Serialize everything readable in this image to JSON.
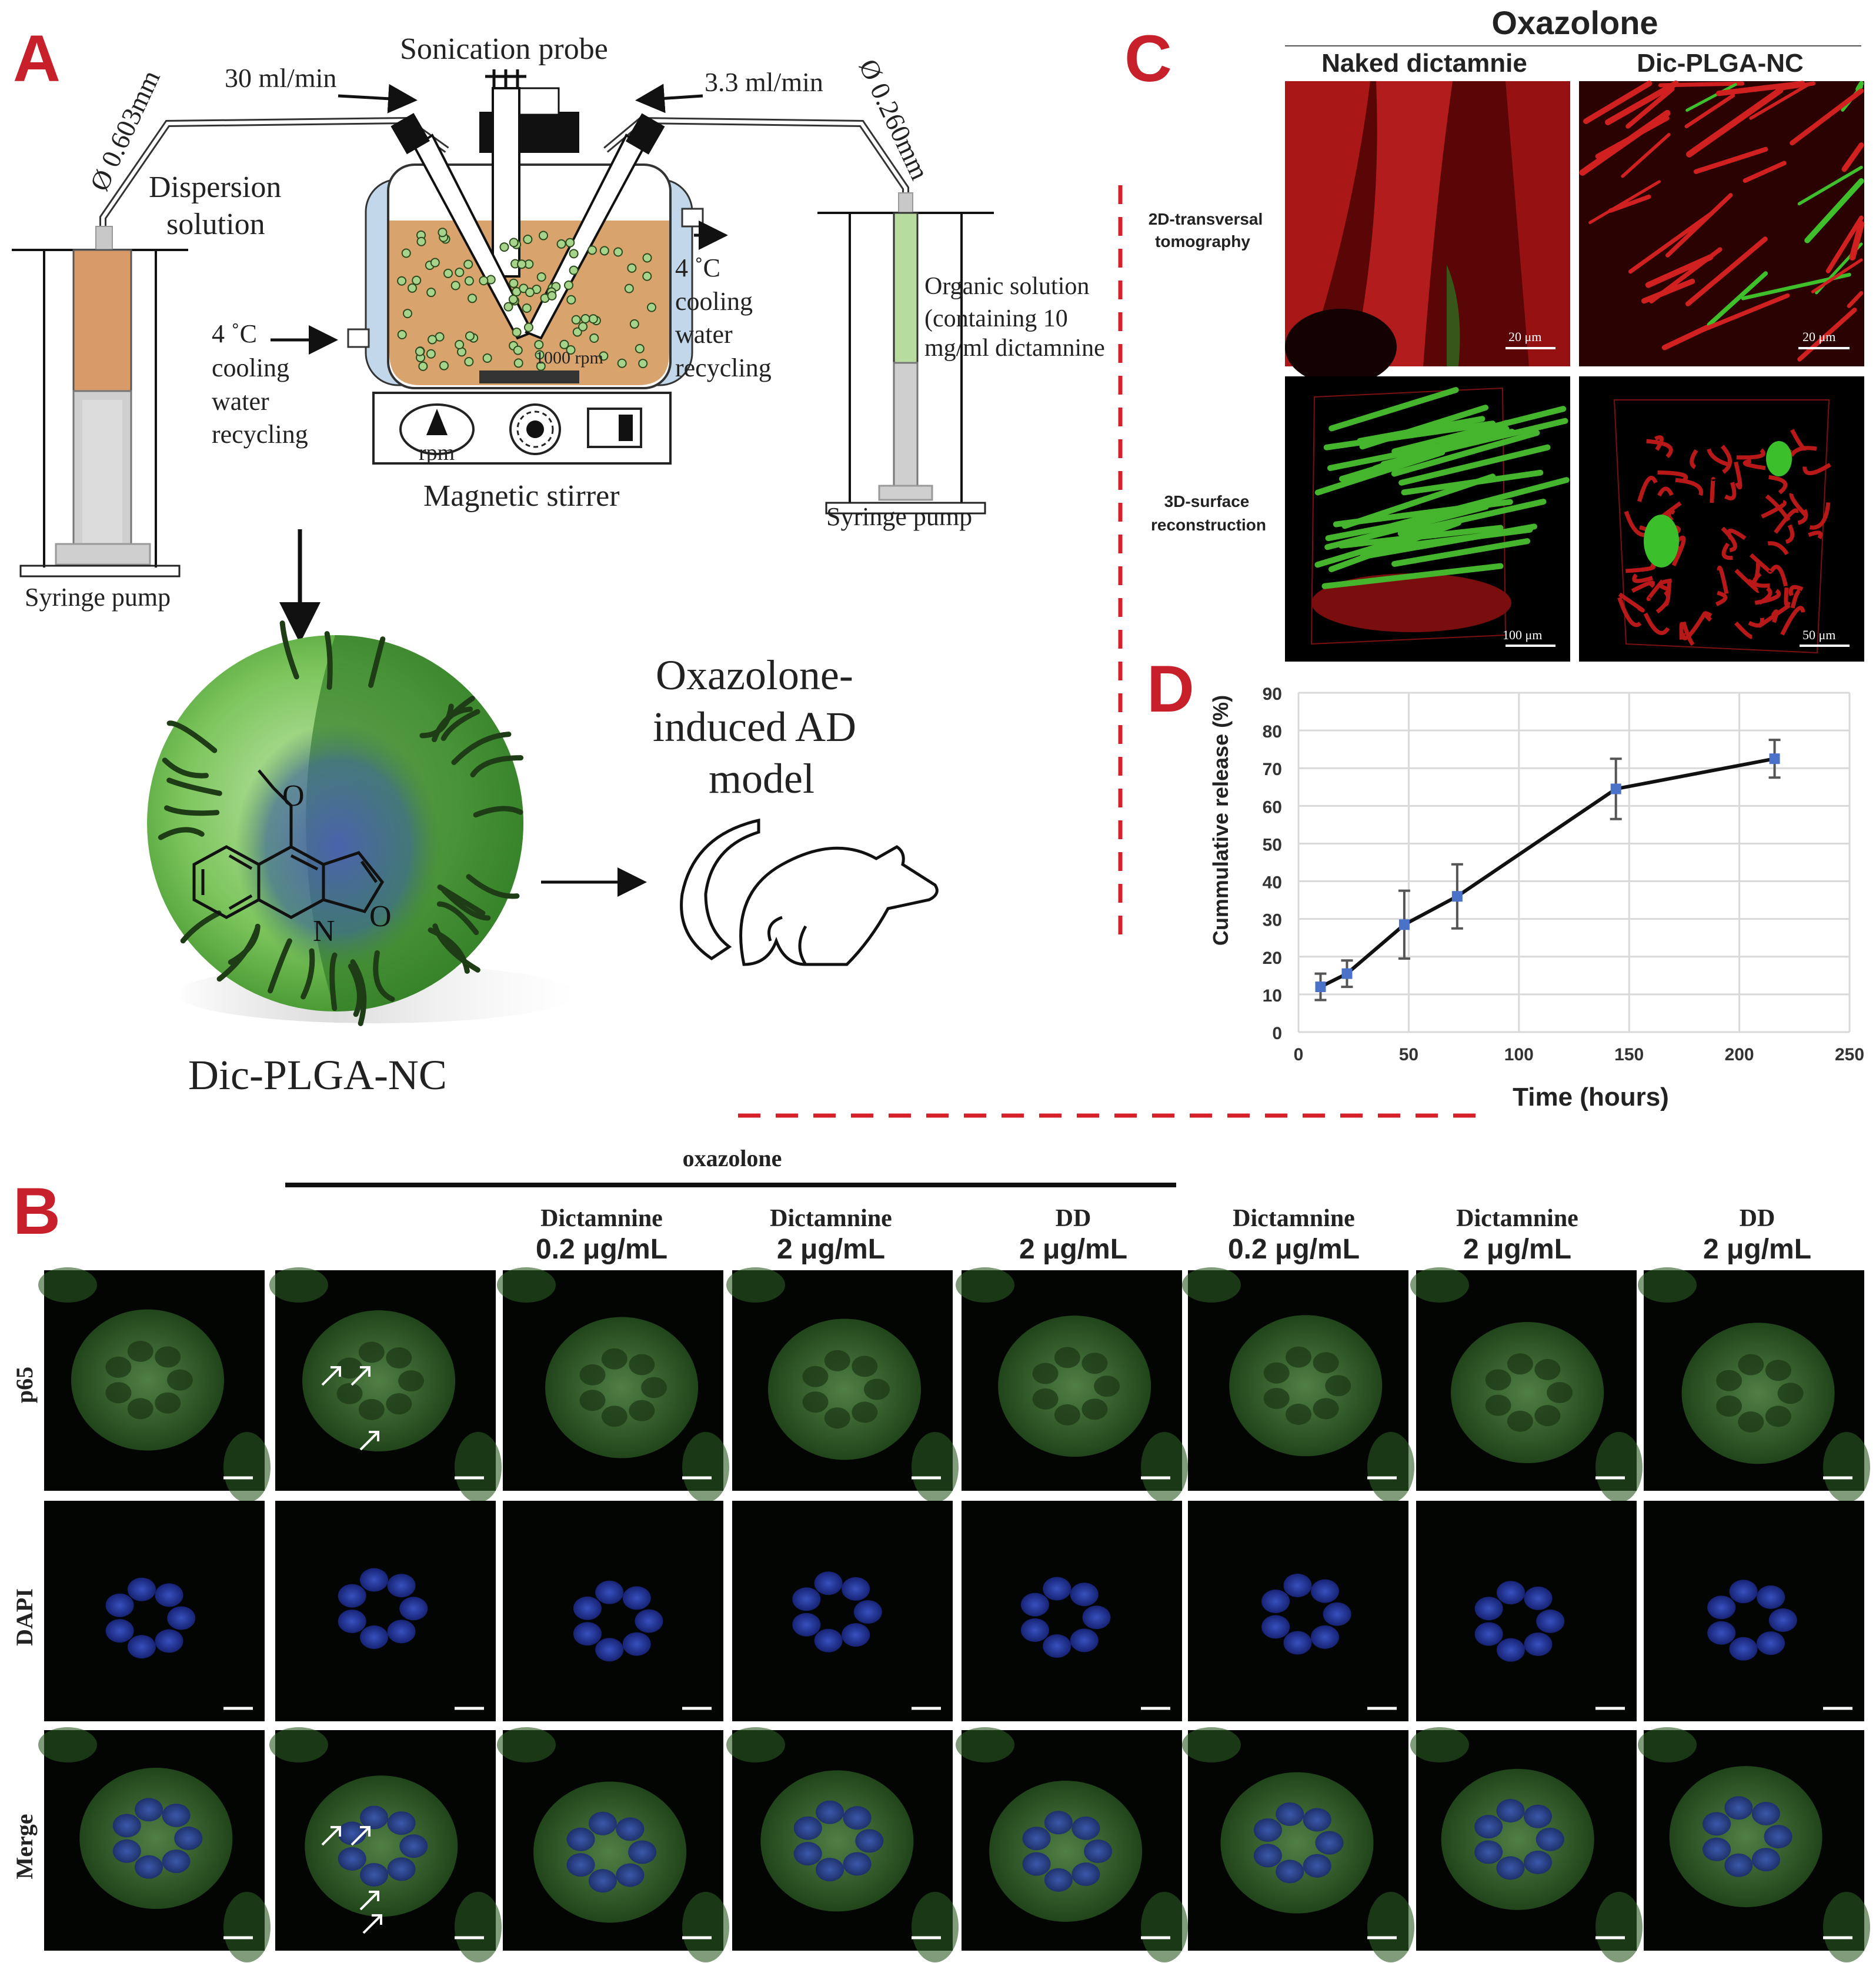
{
  "panel_letters": {
    "a": "A",
    "b": "B",
    "c": "C",
    "d": "D"
  },
  "panel_a": {
    "sonication_probe": "Sonication probe",
    "flow_left": "30 ml/min",
    "flow_right": "3.3 ml/min",
    "diameter_left": "Ø 0.603mm",
    "diameter_right": "Ø 0.260mm",
    "dispersion_line1": "Dispersion",
    "dispersion_line2": "solution",
    "cooling_left": [
      "4 ˚C",
      "cooling",
      "water",
      "recycling"
    ],
    "cooling_right": [
      "4 ˚C",
      "cooling",
      "water",
      "recycling"
    ],
    "organic": [
      "Organic solution",
      "(containing 10",
      "mg/ml dictamnine"
    ],
    "rpm_label": "1000 rpm",
    "rpm_knob": "rpm",
    "magnetic_stirrer": "Magnetic stirrer",
    "syringe_pump_left": "Syringe pump",
    "syringe_pump_right": "Syringe pump",
    "model_text": [
      "Oxazolone-",
      "induced AD",
      "model"
    ],
    "nanocarrier_label": "Dic-PLGA-NC",
    "atom_o_top": "O",
    "atom_n": "N",
    "atom_o_ring": "O"
  },
  "panel_c": {
    "title": "Oxazolone",
    "col1": "Naked dictamnie",
    "col2": "Dic-PLGA-NC",
    "row1": [
      "2D-transversal",
      "tomography"
    ],
    "row2": [
      "3D-surface",
      "reconstruction"
    ],
    "scalebars": [
      "20 μm",
      "20 μm",
      "100 μm",
      "50 μm"
    ]
  },
  "chart_data": {
    "type": "line",
    "xlabel": "Time (hours)",
    "ylabel": "Cummulative release (%)",
    "xlim": [
      0,
      250
    ],
    "ylim": [
      0,
      90
    ],
    "xticks": [
      0,
      50,
      100,
      150,
      200,
      250
    ],
    "yticks": [
      0,
      10,
      20,
      30,
      40,
      50,
      60,
      70,
      80,
      90
    ],
    "grid": true,
    "series": [
      {
        "x": [
          10,
          22,
          48,
          72,
          144,
          216
        ],
        "y": [
          12,
          15.5,
          28.5,
          36,
          64.5,
          72.5
        ],
        "err": [
          3.5,
          3.5,
          9,
          8.5,
          8,
          5
        ]
      }
    ],
    "colors": {
      "line": "#111111",
      "marker": "#4a72c9",
      "error": "#555555",
      "grid": "#d9d9d9"
    }
  },
  "panel_b": {
    "oxazolone_label": "oxazolone",
    "columns": [
      {
        "name": "",
        "dose": ""
      },
      {
        "name": "",
        "dose": ""
      },
      {
        "name": "Dictamnine",
        "dose": "0.2 μg/mL"
      },
      {
        "name": "Dictamnine",
        "dose": "2 μg/mL"
      },
      {
        "name": "DD",
        "dose": "2 μg/mL"
      },
      {
        "name": "Dictamnine",
        "dose": "0.2 μg/mL"
      },
      {
        "name": "Dictamnine",
        "dose": "2 μg/mL"
      },
      {
        "name": "DD",
        "dose": "2 μg/mL"
      }
    ],
    "rows": [
      "p65",
      "DAPI",
      "Merge"
    ]
  },
  "colors": {
    "panel_letter": "#c8202a",
    "divider": "#d62028",
    "micrograph_bg": "#020502"
  }
}
